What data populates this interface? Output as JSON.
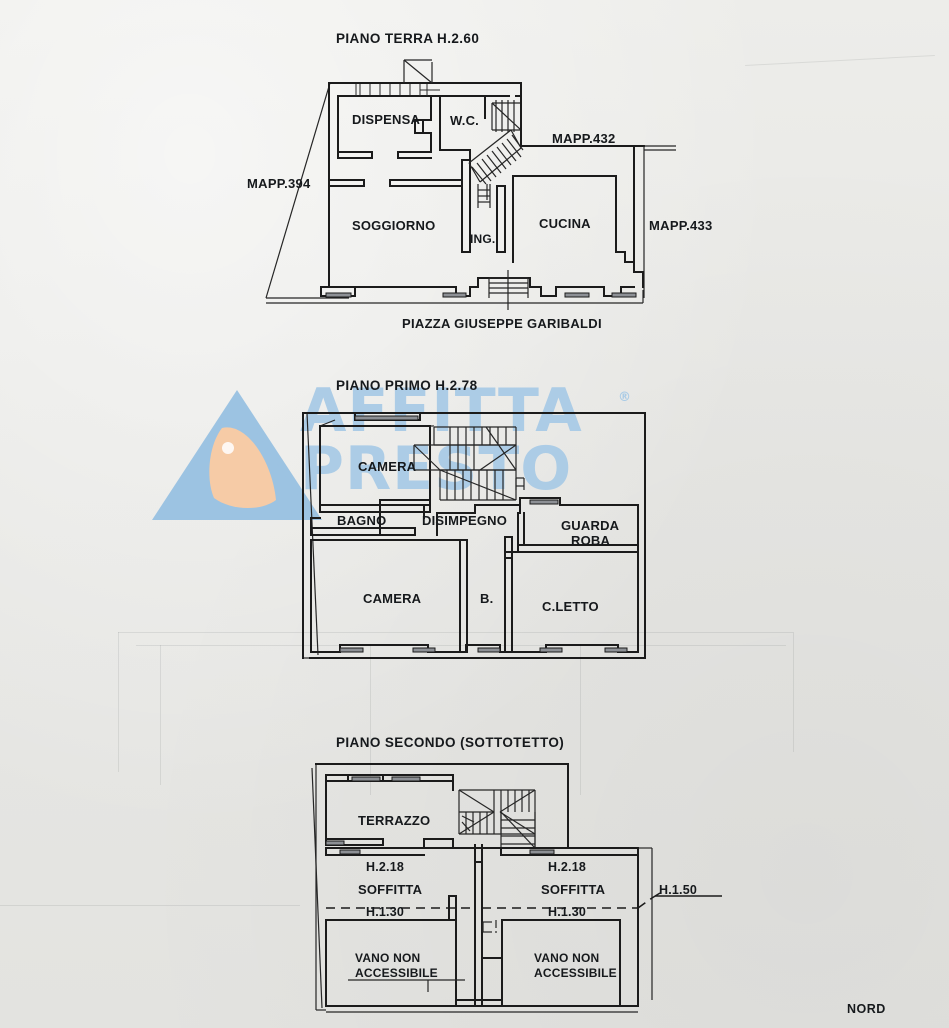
{
  "document": {
    "kind": "architectural-floor-plan",
    "north_label": "NORD",
    "watermark": {
      "line1": "AFFITTA",
      "line2": "PRESTO",
      "registered_mark": "®",
      "color": "#a9cbe6",
      "accent_color": "#f2c39a"
    }
  },
  "floors": [
    {
      "id": "ground",
      "title": "PIANO TERRA H.2.60",
      "rooms": [
        {
          "name": "DISPENSA"
        },
        {
          "name": "W.C."
        },
        {
          "name": "SOGGIORNO"
        },
        {
          "name": "ING."
        },
        {
          "name": "CUCINA"
        }
      ],
      "parcels": [
        {
          "name": "MAPP.394"
        },
        {
          "name": "MAPP.432"
        },
        {
          "name": "MAPP.433"
        }
      ],
      "street": "PIAZZA GIUSEPPE GARIBALDI"
    },
    {
      "id": "first",
      "title": "PIANO PRIMO H.2.78",
      "rooms": [
        {
          "name": "CAMERA"
        },
        {
          "name": "BAGNO"
        },
        {
          "name": "DISIMPEGNO"
        },
        {
          "name": "GUARDA\nROBA"
        },
        {
          "name": "CAMERA"
        },
        {
          "name": "B."
        },
        {
          "name": "C.LETTO"
        }
      ]
    },
    {
      "id": "second",
      "title": "PIANO SECONDO (SOTTOTETTO)",
      "rooms": [
        {
          "name": "TERRAZZO"
        },
        {
          "name": "SOFFITTA"
        },
        {
          "name": "SOFFITTA"
        },
        {
          "name": "VANO NON\nACCESSIBILE"
        },
        {
          "name": "VANO NON\nACCESSIBILE"
        }
      ],
      "heights": [
        {
          "value": "H.2.18"
        },
        {
          "value": "H.2.18"
        },
        {
          "value": "H.1.30"
        },
        {
          "value": "H.1.30"
        },
        {
          "value": "H.1.50"
        }
      ]
    }
  ],
  "labels": {
    "ground_title": "PIANO TERRA H.2.60",
    "ground_dispensa": "DISPENSA",
    "ground_wc": "W.C.",
    "ground_soggiorno": "SOGGIORNO",
    "ground_ing": "ING.",
    "ground_cucina": "CUCINA",
    "ground_mapp394": "MAPP.394",
    "ground_mapp432": "MAPP.432",
    "ground_mapp433": "MAPP.433",
    "ground_street": "PIAZZA GIUSEPPE GARIBALDI",
    "first_title": "PIANO PRIMO H.2.78",
    "first_camera_top": "CAMERA",
    "first_bagno": "BAGNO",
    "first_disimpegno": "DISIMPEGNO",
    "first_guarda": "GUARDA",
    "first_roba": "ROBA",
    "first_camera_bottom": "CAMERA",
    "first_b": "B.",
    "first_cletto": "C.LETTO",
    "second_title": "PIANO SECONDO (SOTTOTETTO)",
    "second_terrazzo": "TERRAZZO",
    "second_h218_left": "H.2.18",
    "second_h218_right": "H.2.18",
    "second_soffitta_left": "SOFFITTA",
    "second_soffitta_right": "SOFFITTA",
    "second_h130_left": "H.1.30",
    "second_h130_right": "H.1.30",
    "second_h150": "H.1.50",
    "second_vano_left_1": "VANO NON",
    "second_vano_left_2": "ACCESSIBILE",
    "second_vano_right_1": "VANO NON",
    "second_vano_right_2": "ACCESSIBILE",
    "nord": "NORD"
  }
}
